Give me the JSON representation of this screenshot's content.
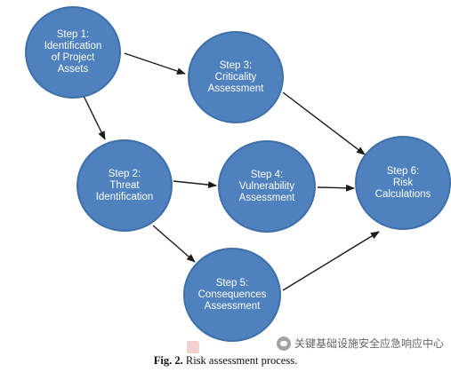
{
  "diagram": {
    "nodes": [
      {
        "id": "n1",
        "name": "step-1-node",
        "label": "Step 1:\nIdentification\nof Project\nAssets"
      },
      {
        "id": "n2",
        "name": "step-2-node",
        "label": "Step 2:\nThreat\nIdentification"
      },
      {
        "id": "n3",
        "name": "step-3-node",
        "label": "Step 3:\nCriticality\nAssessment"
      },
      {
        "id": "n4",
        "name": "step-4-node",
        "label": "Step 4:\nVulnerability\nAssessment"
      },
      {
        "id": "n5",
        "name": "step-5-node",
        "label": "Step 5:\nConsequences\nAssessment"
      },
      {
        "id": "n6",
        "name": "step-6-node",
        "label": "Step 6:\nRisk\nCalculations"
      }
    ],
    "edges": [
      {
        "from": "n1",
        "to": "n3"
      },
      {
        "from": "n1",
        "to": "n2"
      },
      {
        "from": "n2",
        "to": "n4"
      },
      {
        "from": "n2",
        "to": "n5"
      },
      {
        "from": "n3",
        "to": "n6"
      },
      {
        "from": "n4",
        "to": "n6"
      },
      {
        "from": "n5",
        "to": "n6"
      }
    ],
    "colors": {
      "node_fill": "#4e81bd",
      "node_border": "#3f6fa8",
      "arrow": "#1a1a1a"
    }
  },
  "caption": {
    "fig_label": "Fig. 2.",
    "text": "Risk assessment process."
  },
  "watermark": {
    "text": "关键基础设施安全应急响应中心"
  }
}
